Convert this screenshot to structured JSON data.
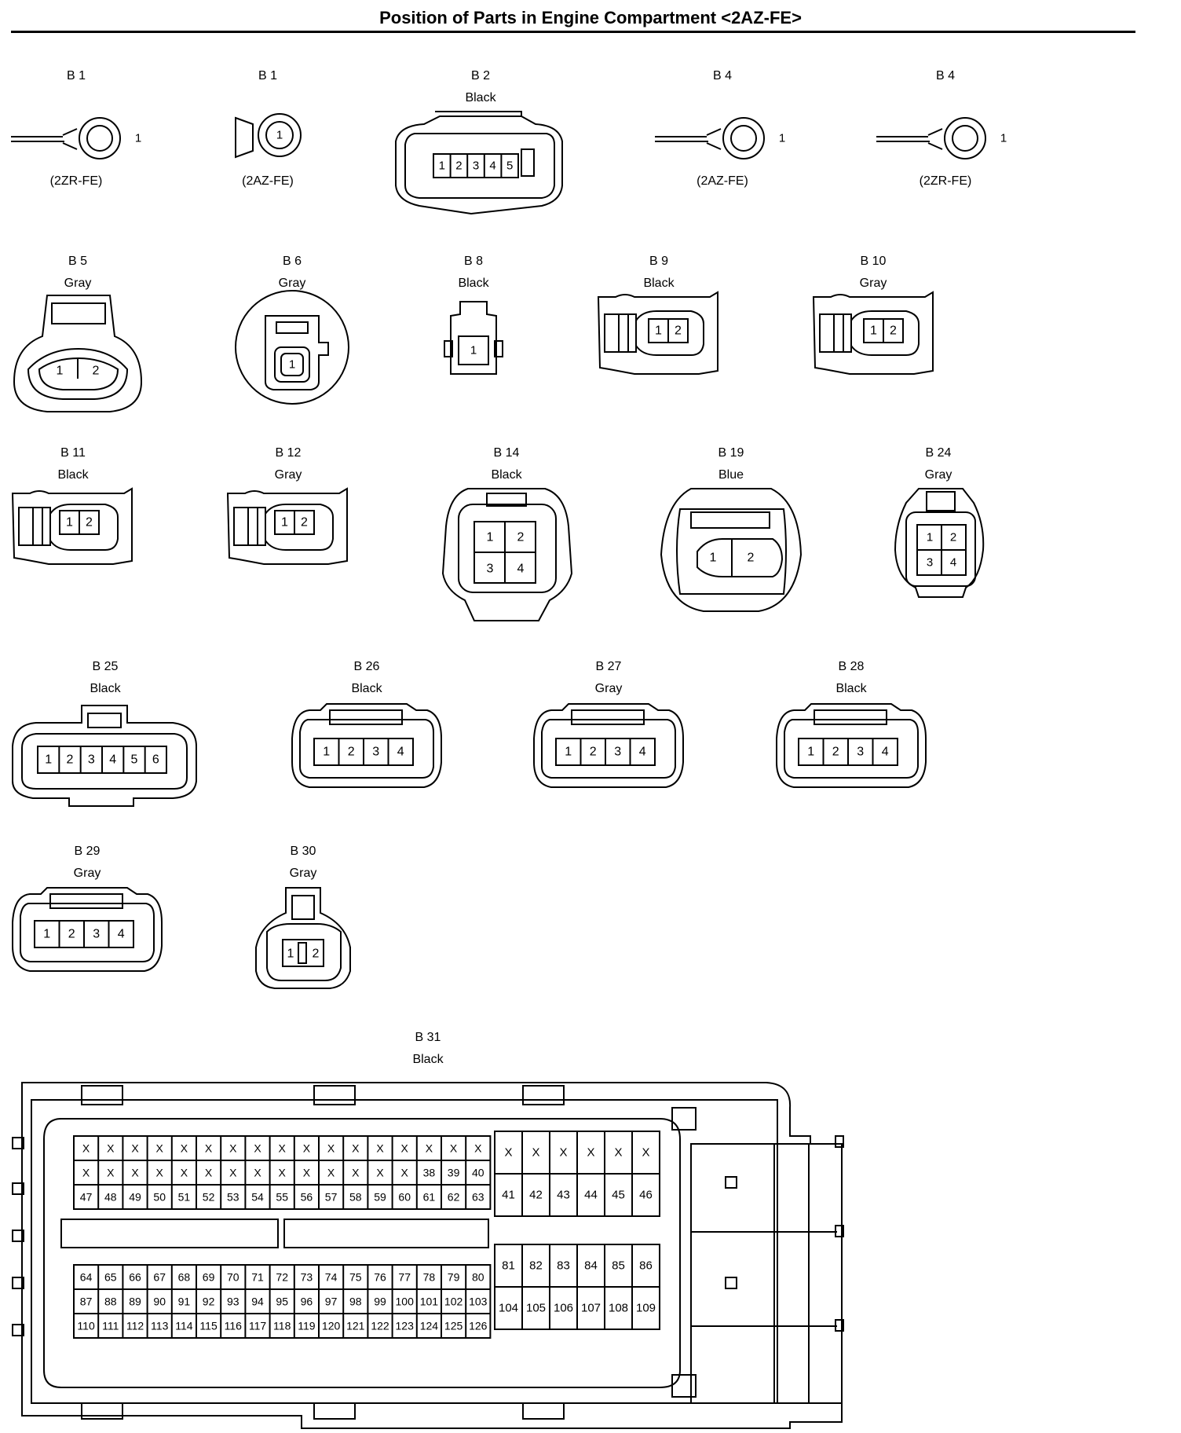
{
  "title": "Position of Parts in Engine Compartment <2AZ-FE>",
  "connectors": [
    {
      "code": "B 1",
      "note": "(2ZR-FE)",
      "pins": [
        "1"
      ]
    },
    {
      "code": "B 1",
      "note": "(2AZ-FE)",
      "pins": [
        "1"
      ]
    },
    {
      "code": "B 2",
      "color": "Black",
      "pins": [
        "1",
        "2",
        "3",
        "4",
        "5"
      ]
    },
    {
      "code": "B 4",
      "note": "(2AZ-FE)",
      "pins": [
        "1"
      ]
    },
    {
      "code": "B 4",
      "note": "(2ZR-FE)",
      "pins": [
        "1"
      ]
    },
    {
      "code": "B 5",
      "color": "Gray",
      "pins": [
        "1",
        "2"
      ]
    },
    {
      "code": "B 6",
      "color": "Gray",
      "pins": [
        "1"
      ]
    },
    {
      "code": "B 8",
      "color": "Black",
      "pins": [
        "1"
      ]
    },
    {
      "code": "B 9",
      "color": "Black",
      "pins": [
        "1",
        "2"
      ]
    },
    {
      "code": "B 10",
      "color": "Gray",
      "pins": [
        "1",
        "2"
      ]
    },
    {
      "code": "B 11",
      "color": "Black",
      "pins": [
        "1",
        "2"
      ]
    },
    {
      "code": "B 12",
      "color": "Gray",
      "pins": [
        "1",
        "2"
      ]
    },
    {
      "code": "B 14",
      "color": "Black",
      "pins": [
        "1",
        "2",
        "3",
        "4"
      ]
    },
    {
      "code": "B 19",
      "color": "Blue",
      "pins": [
        "1",
        "2"
      ]
    },
    {
      "code": "B 24",
      "color": "Gray",
      "pins": [
        "1",
        "2",
        "3",
        "4"
      ]
    },
    {
      "code": "B 25",
      "color": "Black",
      "pins": [
        "1",
        "2",
        "3",
        "4",
        "5",
        "6"
      ]
    },
    {
      "code": "B 26",
      "color": "Black",
      "pins": [
        "1",
        "2",
        "3",
        "4"
      ]
    },
    {
      "code": "B 27",
      "color": "Gray",
      "pins": [
        "1",
        "2",
        "3",
        "4"
      ]
    },
    {
      "code": "B 28",
      "color": "Black",
      "pins": [
        "1",
        "2",
        "3",
        "4"
      ]
    },
    {
      "code": "B 29",
      "color": "Gray",
      "pins": [
        "1",
        "2",
        "3",
        "4"
      ]
    },
    {
      "code": "B 30",
      "color": "Gray",
      "pins": [
        "1",
        "2"
      ]
    },
    {
      "code": "B 31",
      "color": "Black",
      "left_rows": [
        [
          "X",
          "X",
          "X",
          "X",
          "X",
          "X",
          "X",
          "X",
          "X",
          "X",
          "X",
          "X",
          "X",
          "X",
          "X",
          "X",
          "X"
        ],
        [
          "X",
          "X",
          "X",
          "X",
          "X",
          "X",
          "X",
          "X",
          "X",
          "X",
          "X",
          "X",
          "X",
          "X",
          "38",
          "39",
          "40"
        ],
        [
          "47",
          "48",
          "49",
          "50",
          "51",
          "52",
          "53",
          "54",
          "55",
          "56",
          "57",
          "58",
          "59",
          "60",
          "61",
          "62",
          "63"
        ],
        [
          "64",
          "65",
          "66",
          "67",
          "68",
          "69",
          "70",
          "71",
          "72",
          "73",
          "74",
          "75",
          "76",
          "77",
          "78",
          "79",
          "80"
        ],
        [
          "87",
          "88",
          "89",
          "90",
          "91",
          "92",
          "93",
          "94",
          "95",
          "96",
          "97",
          "98",
          "99",
          "100",
          "101",
          "102",
          "103"
        ],
        [
          "110",
          "111",
          "112",
          "113",
          "114",
          "115",
          "116",
          "117",
          "118",
          "119",
          "120",
          "121",
          "122",
          "123",
          "124",
          "125",
          "126"
        ]
      ],
      "right_rows": [
        [
          "X",
          "X",
          "X",
          "X",
          "X",
          "X"
        ],
        [
          "41",
          "42",
          "43",
          "44",
          "45",
          "46"
        ],
        [
          "81",
          "82",
          "83",
          "84",
          "85",
          "86"
        ],
        [
          "104",
          "105",
          "106",
          "107",
          "108",
          "109"
        ]
      ]
    }
  ]
}
